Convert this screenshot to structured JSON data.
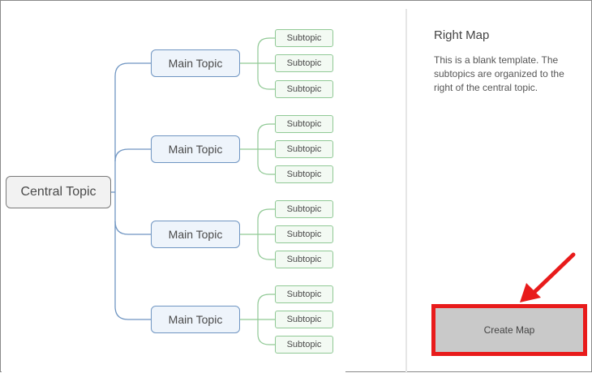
{
  "preview": {
    "central_topic": "Central Topic",
    "branches": [
      {
        "label": "Main Topic",
        "subtopics": [
          "Subtopic",
          "Subtopic",
          "Subtopic"
        ]
      },
      {
        "label": "Main Topic",
        "subtopics": [
          "Subtopic",
          "Subtopic",
          "Subtopic"
        ]
      },
      {
        "label": "Main Topic",
        "subtopics": [
          "Subtopic",
          "Subtopic",
          "Subtopic"
        ]
      },
      {
        "label": "Main Topic",
        "subtopics": [
          "Subtopic",
          "Subtopic",
          "Subtopic"
        ]
      }
    ]
  },
  "info": {
    "title": "Right Map",
    "description": "This is a blank template. The subtopics are organized to the right of the central topic."
  },
  "actions": {
    "create_label": "Create Map"
  },
  "colors": {
    "central_border": "#7a7a7a",
    "main_border": "#6f95c2",
    "sub_border": "#90c995",
    "highlight": "#e81b1b"
  },
  "annotations": {
    "arrow": "red-arrow-icon"
  }
}
